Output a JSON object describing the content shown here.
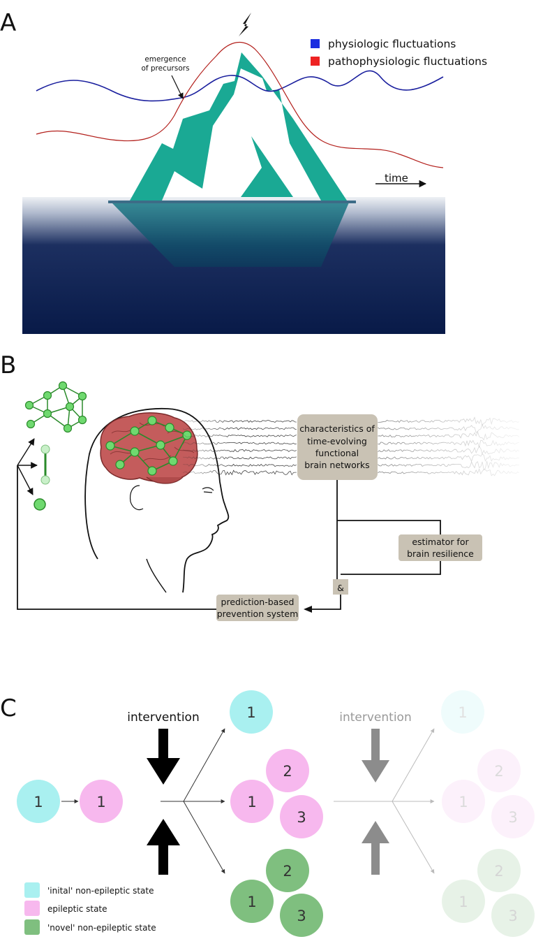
{
  "panels": {
    "a": {
      "letter": "A",
      "legend": [
        {
          "label": "physiologic fluctuations",
          "color": "#1a2de0"
        },
        {
          "label": "pathophysiologic fluctuations",
          "color": "#ee2222"
        }
      ],
      "annotation_line1": "emergence",
      "annotation_line2": "of precursors",
      "time_label": "time",
      "colors": {
        "iceberg": "#1aa994",
        "sea_top": "#e8edf3",
        "sea_deep": "#0a1f4d",
        "physiologic": "#1a1f9e",
        "pathophysiologic": "#b3201c"
      }
    },
    "b": {
      "letter": "B",
      "box_networks": [
        "characteristics of",
        "time-evolving",
        "functional",
        "brain networks"
      ],
      "box_resilience": [
        "estimator for",
        "brain resilience"
      ],
      "box_and": "&",
      "box_prevention": [
        "prediction-based",
        "prevention system"
      ],
      "colors": {
        "box": "#c9c2b4",
        "node": "#6fd96f",
        "node_stroke": "#2a8a2a",
        "brain": "#c45c5c"
      }
    },
    "c": {
      "letter": "C",
      "intervention_1": "intervention",
      "intervention_2": "intervention",
      "state_labels": {
        "initial": "1",
        "epileptic_1": "1",
        "epileptic_2": "1",
        "epileptic_3": "2",
        "epileptic_4": "3",
        "top": "1",
        "novel_1": "2",
        "novel_2": "1",
        "novel_3": "3",
        "faded_top": "1",
        "faded_e1": "2",
        "faded_e2": "1",
        "faded_e3": "3",
        "faded_n1": "2",
        "faded_n2": "1",
        "faded_n3": "3"
      },
      "legend": [
        {
          "label": "'inital' non-epileptic state",
          "color": "#a9f0f0"
        },
        {
          "label": "epileptic state",
          "color": "#f7b8ee"
        },
        {
          "label": "'novel' non-epileptic state",
          "color": "#7fbf7f"
        }
      ]
    }
  }
}
